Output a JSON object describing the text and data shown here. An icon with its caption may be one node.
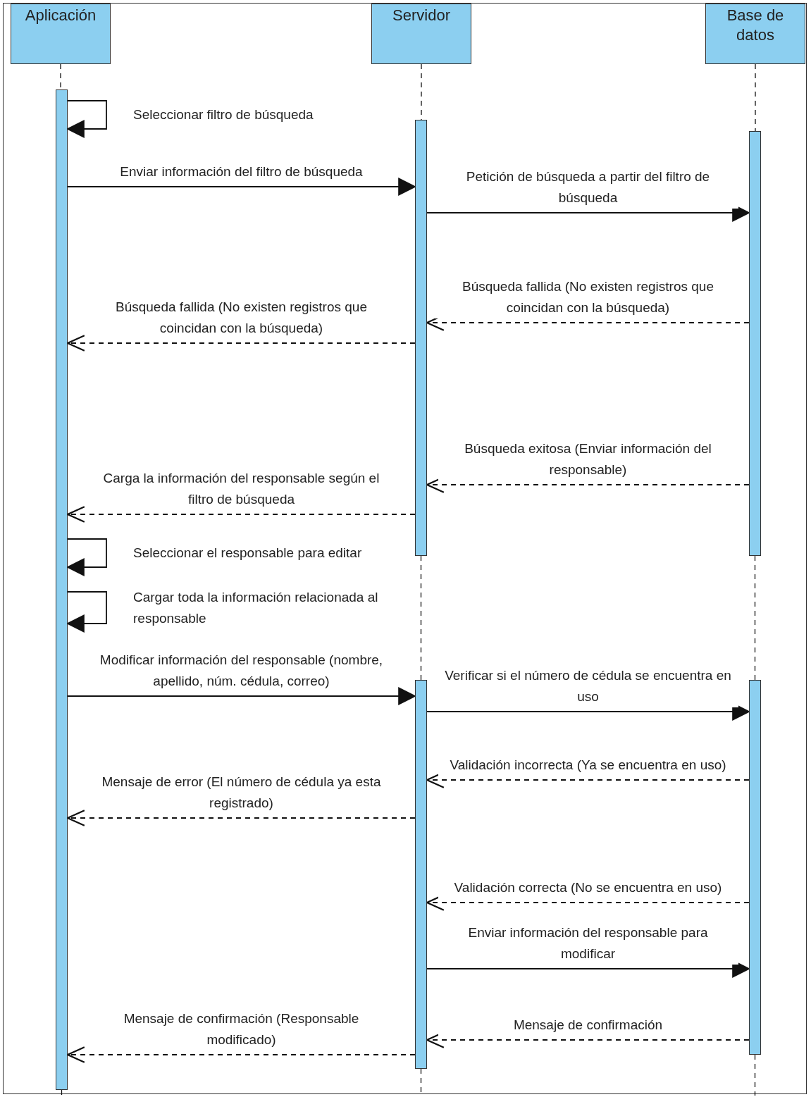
{
  "diagram": {
    "nodes": [
      {
        "text": [
          "Aplicación"
        ]
      },
      {
        "text": [
          "Servidor"
        ]
      },
      {
        "text": [
          "Base de datos"
        ]
      },
      {
        "text": [],
        "shape": "bar"
      },
      {
        "text": [],
        "shape": "bar"
      },
      {
        "text": [],
        "shape": "bar"
      },
      {
        "text": [],
        "shape": "bar"
      },
      {
        "text": [],
        "shape": "bar"
      }
    ],
    "edges": [
      {
        "from": 3,
        "to": 3,
        "arrow": "to",
        "label": "Seleccionar filtro de búsqueda"
      },
      {
        "from": 3,
        "to": 4,
        "arrow": "to",
        "label": "Enviar información del filtro de búsqueda"
      },
      {
        "from": 4,
        "to": 5,
        "arrow": "to",
        "label": "Petición de búsqueda a partir del filtro de búsqueda"
      },
      {
        "from": 5,
        "to": 4,
        "arrow": "to",
        "style": "dashed",
        "label": "Búsqueda fallida (No existen registros que coincidan con la búsqueda)"
      },
      {
        "from": 4,
        "to": 3,
        "arrow": "to",
        "style": "dashed",
        "label": "Búsqueda fallida (No existen registros que coincidan con la búsqueda)"
      },
      {
        "from": 5,
        "to": 4,
        "arrow": "to",
        "style": "dashed",
        "label": "Búsqueda exitosa (Enviar información del responsable)"
      },
      {
        "from": 4,
        "to": 3,
        "arrow": "to",
        "style": "dashed",
        "label": "Carga la información del responsable según el filtro de búsqueda"
      },
      {
        "from": 3,
        "to": 3,
        "arrow": "to",
        "label": "Seleccionar el responsable para editar"
      },
      {
        "from": 3,
        "to": 3,
        "arrow": "to",
        "label": "Cargar toda la información relacionada al responsable"
      },
      {
        "from": 3,
        "to": 6,
        "arrow": "to",
        "label": "Modificar información del responsable (nombre, apellido, núm. cédula, correo)"
      },
      {
        "from": 6,
        "to": 7,
        "arrow": "to",
        "label": "Verificar si el número de cédula se encuentra en uso"
      },
      {
        "from": 7,
        "to": 6,
        "arrow": "to",
        "style": "dashed",
        "label": "Validación incorrecta (Ya se encuentra en uso)"
      },
      {
        "from": 6,
        "to": 3,
        "arrow": "to",
        "style": "dashed",
        "label": "Mensaje de error (El número de cédula ya esta registrado)"
      },
      {
        "from": 7,
        "to": 6,
        "arrow": "to",
        "style": "dashed",
        "label": "Validación correcta (No se encuentra en uso)"
      },
      {
        "from": 6,
        "to": 7,
        "arrow": "to",
        "label": "Enviar información del responsable para modificar"
      },
      {
        "from": 7,
        "to": 6,
        "arrow": "to",
        "style": "dashed",
        "label": "Mensaje de confirmación"
      },
      {
        "from": 6,
        "to": 3,
        "arrow": "to",
        "style": "dashed",
        "label": "Mensaje de confirmación (Responsable modificado)"
      },
      {
        "from": 0,
        "to": 3,
        "arrow": "none",
        "style": "dashed"
      },
      {
        "from": 3,
        "to": null,
        "arrow": "none",
        "style": "dashed"
      },
      {
        "from": 1,
        "to": 4,
        "arrow": "none",
        "style": "dashed"
      },
      {
        "from": 4,
        "to": 6,
        "arrow": "none",
        "style": "dashed"
      },
      {
        "from": 6,
        "to": null,
        "arrow": "none",
        "style": "dashed"
      },
      {
        "from": 2,
        "to": 5,
        "arrow": "none",
        "style": "dashed"
      },
      {
        "from": 5,
        "to": 7,
        "arrow": "none",
        "style": "dashed"
      },
      {
        "from": 7,
        "to": null,
        "arrow": "none",
        "style": "dashed"
      }
    ]
  }
}
